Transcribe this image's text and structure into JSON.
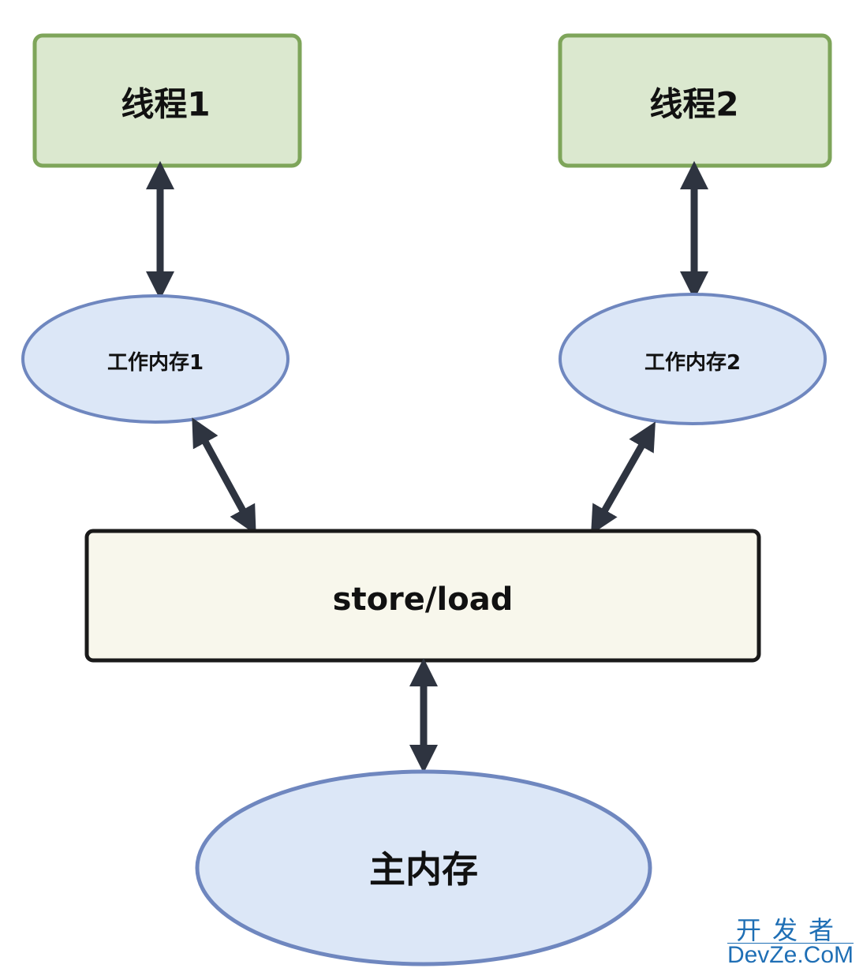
{
  "nodes": {
    "thread1": "线程1",
    "thread2": "线程2",
    "workmem1": "工作内存1",
    "workmem2": "工作内存2",
    "storeload": "store/load",
    "mainmem": "主内存"
  },
  "colors": {
    "thread_fill": "#dbe8cf",
    "thread_stroke": "#7ea55a",
    "mem_fill": "#dce7f7",
    "mem_stroke": "#6f87bf",
    "bar_fill": "#f8f7ec",
    "arrow": "#2e3440"
  },
  "watermark": {
    "cn": "开发者",
    "en": "DevZe.CoM"
  }
}
